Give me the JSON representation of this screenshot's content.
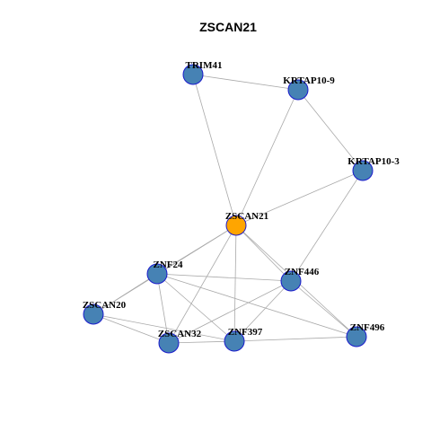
{
  "title": "ZSCAN21",
  "colors": {
    "center_node": "#ffa500",
    "neighbor_node": "#4682b4",
    "node_border": "#1a1acc",
    "edge": "#a9a9a9"
  },
  "nodes": [
    {
      "id": "ZSCAN21",
      "label": "ZSCAN21",
      "center": true
    },
    {
      "id": "TRIM41",
      "label": "TRIM41",
      "center": false
    },
    {
      "id": "KRTAP10-9",
      "label": "KRTAP10-9",
      "center": false
    },
    {
      "id": "KRTAP10-3",
      "label": "KRTAP10-3",
      "center": false
    },
    {
      "id": "ZNF24",
      "label": "ZNF24",
      "center": false
    },
    {
      "id": "ZNF446",
      "label": "ZNF446",
      "center": false
    },
    {
      "id": "ZSCAN20",
      "label": "ZSCAN20",
      "center": false
    },
    {
      "id": "ZSCAN32",
      "label": "ZSCAN32",
      "center": false
    },
    {
      "id": "ZNF397",
      "label": "ZNF397",
      "center": false
    },
    {
      "id": "ZNF496",
      "label": "ZNF496",
      "center": false
    }
  ],
  "edges": [
    [
      "TRIM41",
      "KRTAP10-9"
    ],
    [
      "TRIM41",
      "ZSCAN21"
    ],
    [
      "KRTAP10-9",
      "KRTAP10-3"
    ],
    [
      "KRTAP10-9",
      "ZSCAN21"
    ],
    [
      "KRTAP10-3",
      "ZSCAN21"
    ],
    [
      "KRTAP10-3",
      "ZNF446"
    ],
    [
      "ZSCAN21",
      "ZNF24"
    ],
    [
      "ZSCAN21",
      "ZSCAN20"
    ],
    [
      "ZSCAN21",
      "ZSCAN32"
    ],
    [
      "ZSCAN21",
      "ZNF397"
    ],
    [
      "ZSCAN21",
      "ZNF446"
    ],
    [
      "ZSCAN21",
      "ZNF496"
    ],
    [
      "ZNF24",
      "ZSCAN20"
    ],
    [
      "ZNF24",
      "ZSCAN32"
    ],
    [
      "ZNF24",
      "ZNF397"
    ],
    [
      "ZNF24",
      "ZNF446"
    ],
    [
      "ZNF24",
      "ZNF496"
    ],
    [
      "ZNF446",
      "ZSCAN32"
    ],
    [
      "ZNF446",
      "ZNF397"
    ],
    [
      "ZNF446",
      "ZNF496"
    ],
    [
      "ZSCAN20",
      "ZSCAN32"
    ],
    [
      "ZSCAN20",
      "ZNF397"
    ],
    [
      "ZSCAN32",
      "ZNF397"
    ],
    [
      "ZNF397",
      "ZNF496"
    ]
  ]
}
